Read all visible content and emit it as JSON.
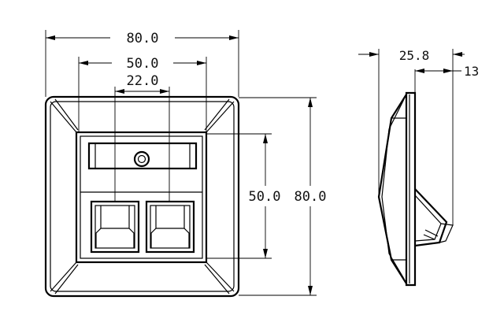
{
  "front_view": {
    "width_overall": "80.0",
    "width_inner": "50.0",
    "width_ports": "22.0",
    "height_inner": "50.0",
    "height_overall": "80.0"
  },
  "side_view": {
    "depth_overall": "25.8",
    "depth_plate": "13"
  }
}
